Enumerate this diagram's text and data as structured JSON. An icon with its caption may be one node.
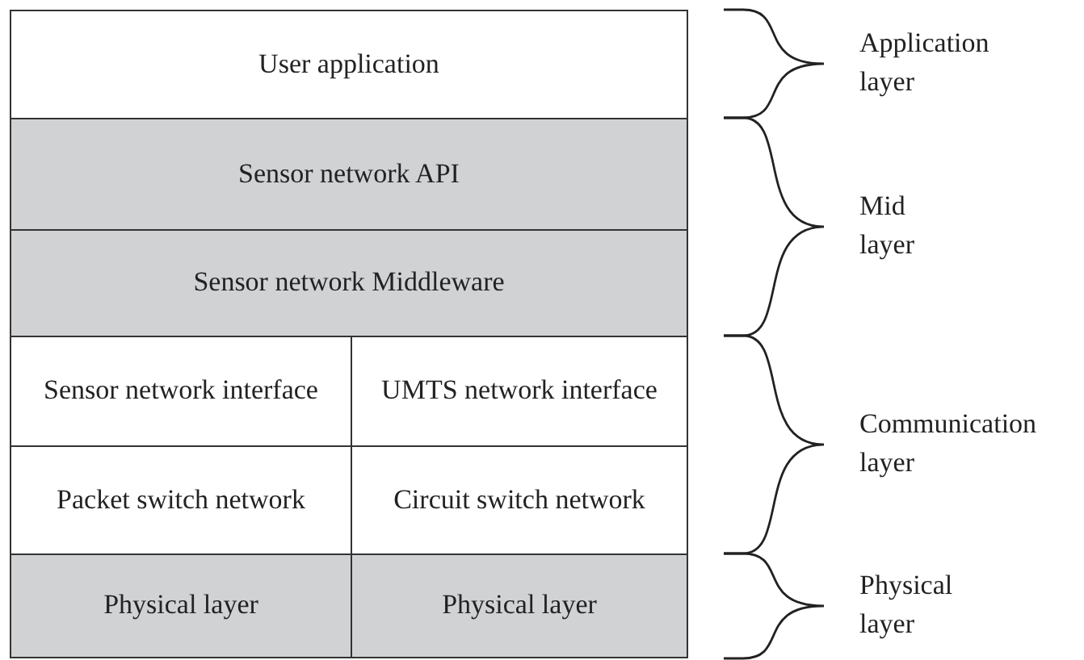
{
  "diagram": {
    "nodes": [
      {
        "text": [
          "User application"
        ]
      },
      {
        "text": [
          "Sensor network API"
        ]
      },
      {
        "text": [
          "Sensor network Middleware"
        ]
      },
      {
        "text": [
          "Sensor network interface"
        ]
      },
      {
        "text": [
          "UMTS network interface"
        ]
      },
      {
        "text": [
          "Packet switch network"
        ]
      },
      {
        "text": [
          "Circuit switch network"
        ]
      },
      {
        "text": [
          "Physical layer"
        ]
      },
      {
        "text": [
          "Physical layer"
        ]
      }
    ],
    "labels": [
      "Application layer",
      "Mid layer",
      "Communication layer",
      "Physical layer"
    ]
  }
}
